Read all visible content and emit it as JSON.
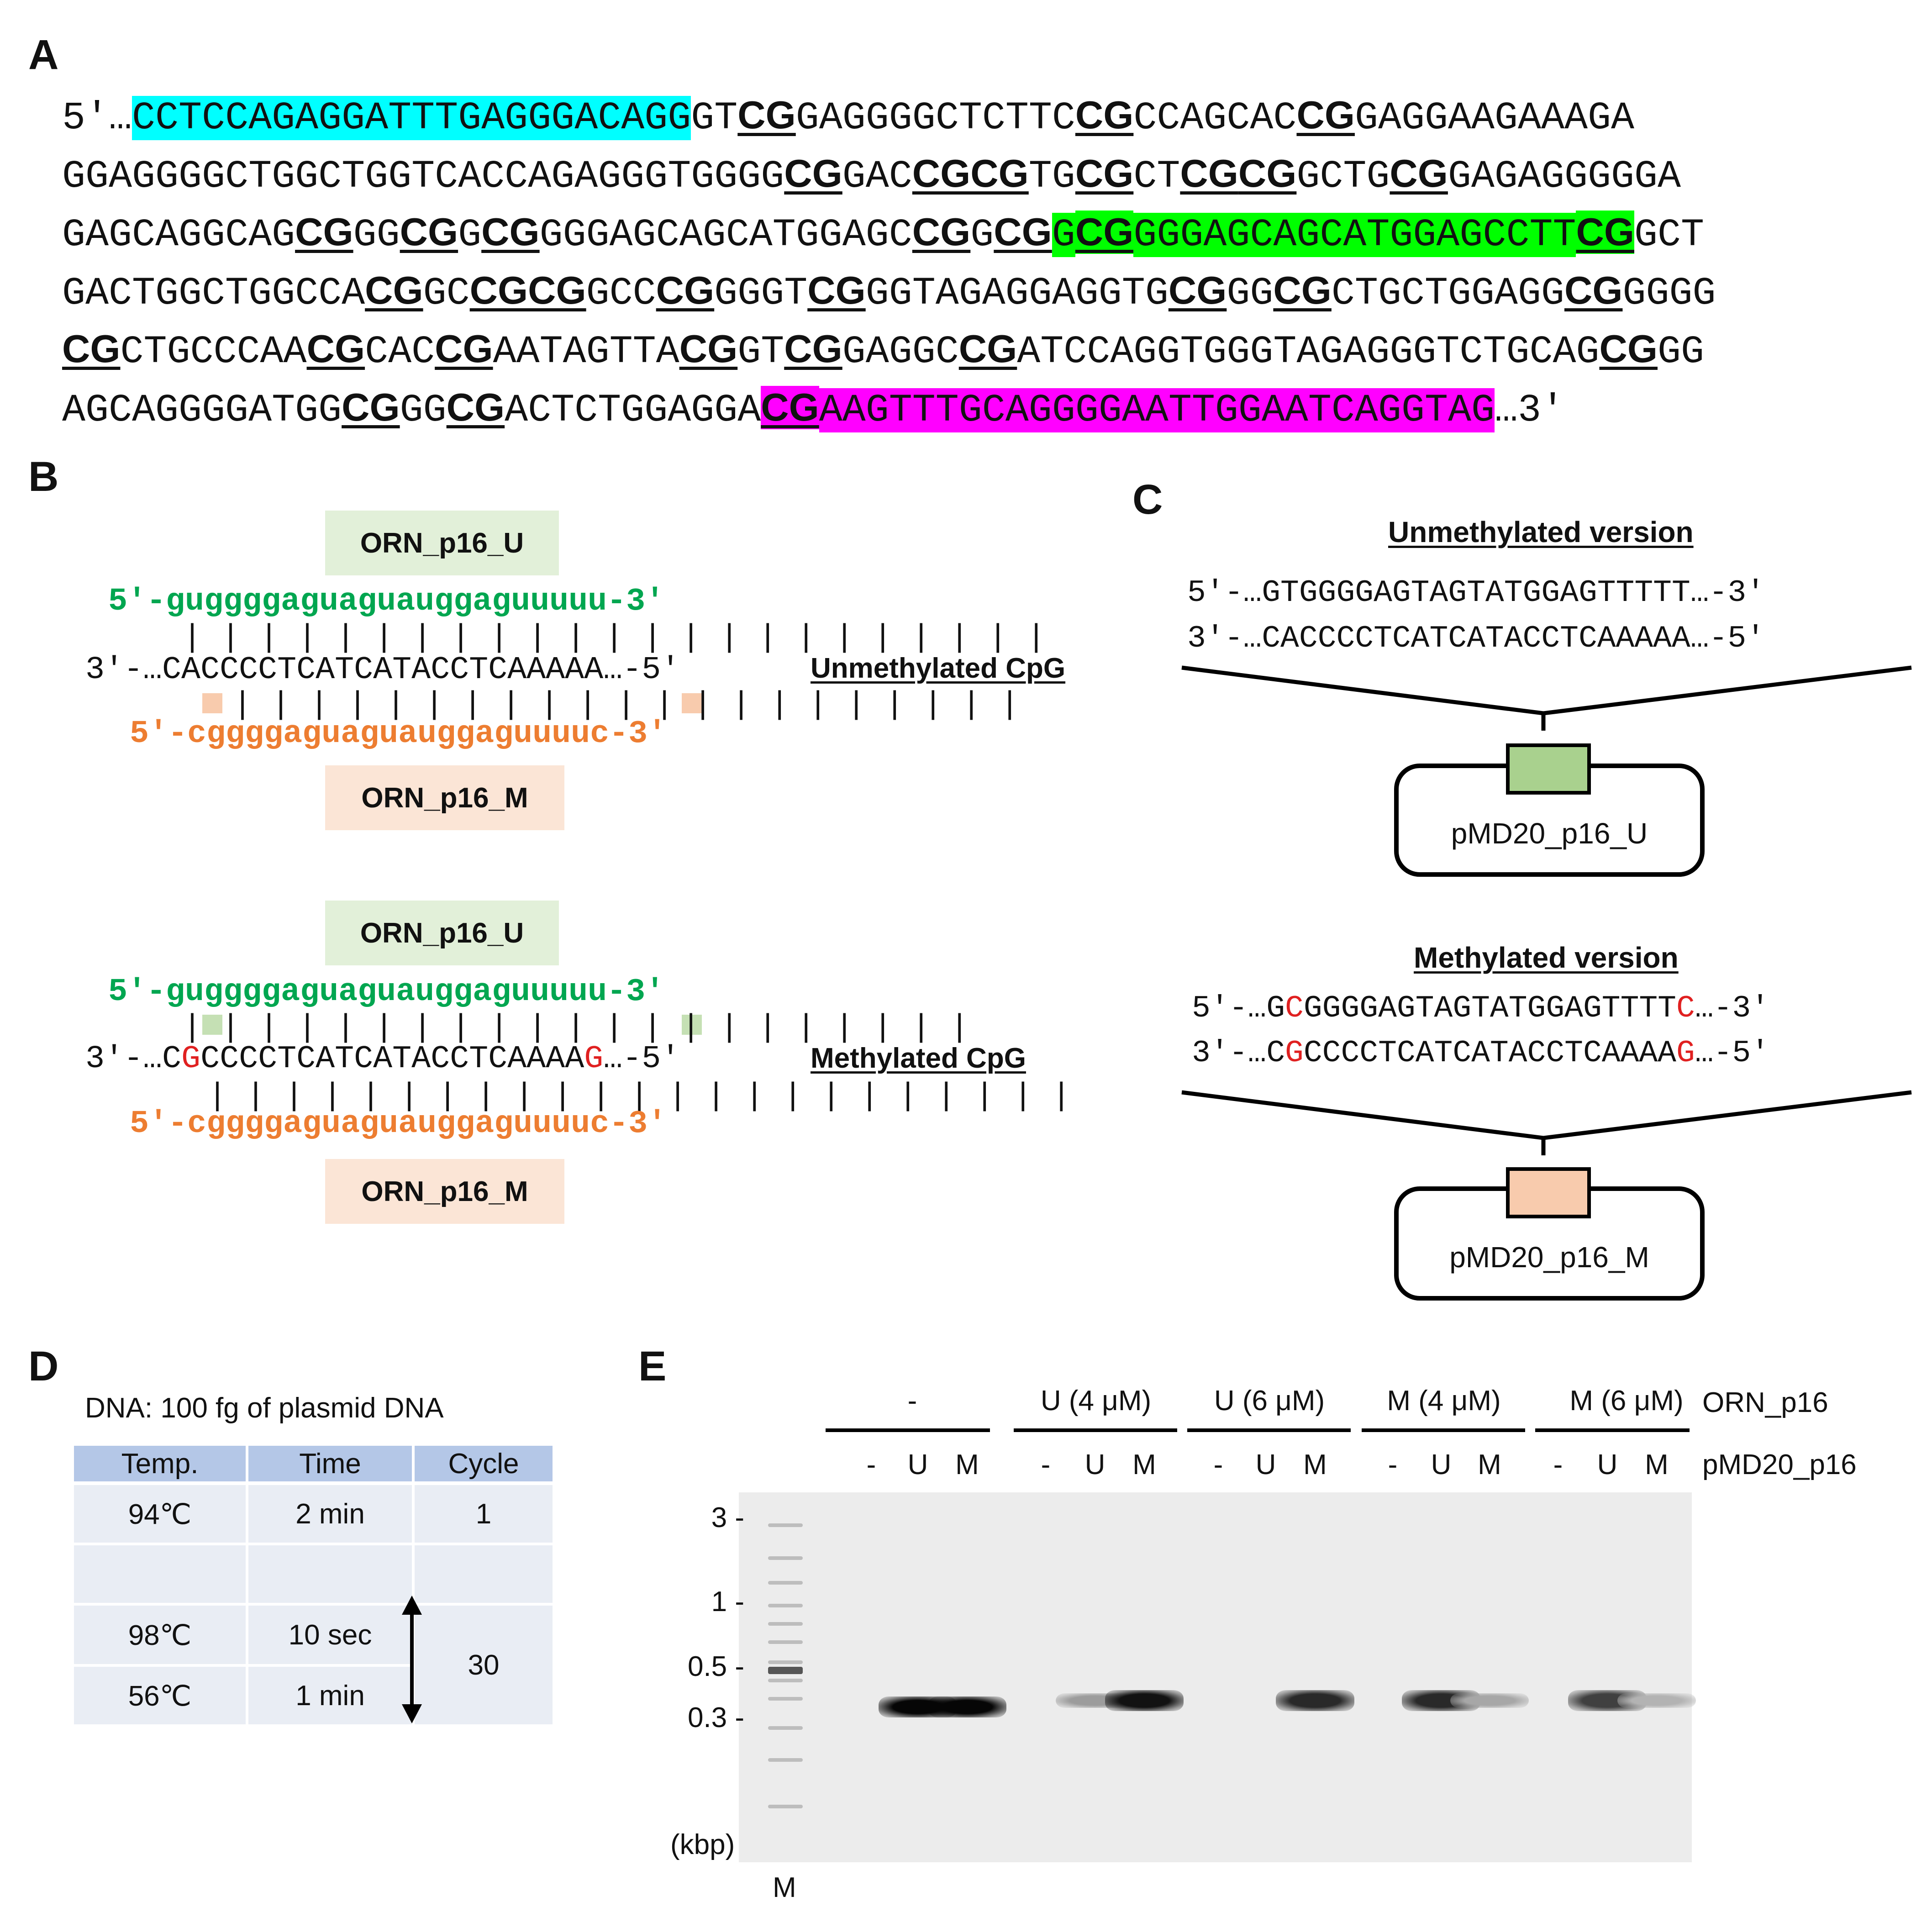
{
  "panels": {
    "A": "A",
    "B": "B",
    "C": "C",
    "D": "D",
    "E": "E"
  },
  "panelA": {
    "lines": [
      [
        {
          "t": "5′…"
        },
        {
          "t": "CCTCCAGAGGATTTGAGGGACAGG",
          "hl": "cyan"
        },
        {
          "t": "GT"
        },
        {
          "t": "CG",
          "cg": true
        },
        {
          "t": "GAGGGGCTCTTC"
        },
        {
          "t": "CG",
          "cg": true
        },
        {
          "t": "CCAGCAC"
        },
        {
          "t": "CG",
          "cg": true
        },
        {
          "t": "GAGGAAGAAAGA"
        }
      ],
      [
        {
          "t": "GGAGGGGCTGGCTGGTCACCAGAGGGTGGGG"
        },
        {
          "t": "CG",
          "cg": true
        },
        {
          "t": "GAC"
        },
        {
          "t": "CGCG",
          "cg": true
        },
        {
          "t": "TG"
        },
        {
          "t": "CG",
          "cg": true
        },
        {
          "t": "CT"
        },
        {
          "t": "CG",
          "cg": true
        },
        {
          "t": "CG",
          "cg": true
        },
        {
          "t": "GCTG"
        },
        {
          "t": "CG",
          "cg": true
        },
        {
          "t": "GAGAGGGGGA"
        }
      ],
      [
        {
          "t": "GAGCAGGCAG"
        },
        {
          "t": "CG",
          "cg": true
        },
        {
          "t": "GG"
        },
        {
          "t": "CG",
          "cg": true
        },
        {
          "t": "G"
        },
        {
          "t": "CG",
          "cg": true
        },
        {
          "t": "GGGAGCAGCATGGAGC"
        },
        {
          "t": "CG",
          "cg": true
        },
        {
          "t": "G"
        },
        {
          "t": "CG",
          "cg": true
        },
        {
          "t": "G",
          "hl": "green"
        },
        {
          "t": "CG",
          "cg": true,
          "hl": "green"
        },
        {
          "t": "GGGAGCAGCATGGAGCCTT",
          "hl": "green"
        },
        {
          "t": "CG",
          "cg": true,
          "hl": "green"
        },
        {
          "t": "GCT"
        }
      ],
      [
        {
          "t": "GACTGGCTGGCCA"
        },
        {
          "t": "CG",
          "cg": true
        },
        {
          "t": "GC"
        },
        {
          "t": "CGCG",
          "cg": true
        },
        {
          "t": "GCC"
        },
        {
          "t": "CG",
          "cg": true
        },
        {
          "t": "GGGT"
        },
        {
          "t": "CG",
          "cg": true
        },
        {
          "t": "GGTAGAGGAGGTG"
        },
        {
          "t": "CG",
          "cg": true
        },
        {
          "t": "GG"
        },
        {
          "t": "CG",
          "cg": true
        },
        {
          "t": "CTGCTGGAGG"
        },
        {
          "t": "CG",
          "cg": true
        },
        {
          "t": "GGGG"
        }
      ],
      [
        {
          "t": "CG",
          "cg": true
        },
        {
          "t": "CTGCCCAA"
        },
        {
          "t": "CG",
          "cg": true
        },
        {
          "t": "CAC"
        },
        {
          "t": "CG",
          "cg": true
        },
        {
          "t": "AATAGTTA"
        },
        {
          "t": "CG",
          "cg": true
        },
        {
          "t": "GT"
        },
        {
          "t": "CG",
          "cg": true
        },
        {
          "t": "GAGGC"
        },
        {
          "t": "CG",
          "cg": true
        },
        {
          "t": "ATCCAGGTGGGTAGAGGGTCTGCAG"
        },
        {
          "t": "CG",
          "cg": true
        },
        {
          "t": "GG"
        }
      ],
      [
        {
          "t": "AGCAGGGGATGG"
        },
        {
          "t": "CG",
          "cg": true
        },
        {
          "t": "GG"
        },
        {
          "t": "CG",
          "cg": true
        },
        {
          "t": "ACTCTGGAGGA"
        },
        {
          "t": "CG",
          "cg": true,
          "hl": "magenta"
        },
        {
          "t": "AAGTTTGCAGGGGAATTGGAATCAGGTAG",
          "hl": "magenta"
        },
        {
          "t": "…3′"
        }
      ]
    ]
  },
  "panelB": {
    "orn_u": "ORN_p16_U",
    "orn_m": "ORN_p16_M",
    "top": {
      "green_seq": "5′-guggggaguaguauggaguuuuu-3′",
      "bars1": "| | | | | | | | | | | | | | | | | | | | | | |",
      "template": "3′-…CACCCCTCATCATACCTCAAAAA…-5′",
      "bars2": "| | | | | | | | | | | | | | | | | | | | |",
      "orange_seq": "5′-cggggaguaguauggaguuuuc-3′",
      "label": "Unmethylated CpG"
    },
    "bottom": {
      "green_seq": "5′-guggggaguaguauggaguuuuu-3′",
      "bars1": "| | | | | | | | | | | | | | | | | | | | |",
      "template_a": "3′-…C",
      "template_g1": "G",
      "template_b": "CCCCTCATCATACCTCAAAA",
      "template_g2": "G",
      "template_c": "…-5′",
      "bars2": "| | | | | | | | | | | | | | | | | | | | | | |",
      "orange_seq": "5′-cggggaguaguauggaguuuuc-3′",
      "label": "Methylated CpG"
    },
    "colors": {
      "green": "#00a650",
      "orange": "#ed7d31",
      "red": "#e02020",
      "green_box": "#e2f0d9",
      "orange_box": "#fbe5d6"
    }
  },
  "panelC": {
    "unmeth_title": "Unmethylated version",
    "unmeth_line1": "5′-…GTGGGGAGTAGTATGGAGTTTTT…-3′",
    "unmeth_line2": "3′-…CACCCCTCATCATACCTCAAAAA…-5′",
    "plasmid_u": "pMD20_p16_U",
    "meth_title": "Methylated version",
    "meth_line1_a": "5′-…G",
    "meth_line1_c1": "C",
    "meth_line1_b": "GGGGAGTAGTATGGAGTTTT",
    "meth_line1_c2": "C",
    "meth_line1_end": "…-3′",
    "meth_line2_a": "3′-…C",
    "meth_line2_g1": "G",
    "meth_line2_b": "CCCCTCATCATACCTCAAAA",
    "meth_line2_g2": "G",
    "meth_line2_end": "…-5′",
    "plasmid_m": "pMD20_p16_M",
    "colors": {
      "insert_u": "#a9d18e",
      "insert_m": "#f8cbad"
    }
  },
  "panelD": {
    "title": "DNA: 100 fg of plasmid DNA",
    "headers": [
      "Temp.",
      "Time",
      "Cycle"
    ],
    "rows": [
      [
        "94℃",
        "2 min",
        "1"
      ],
      [
        "",
        "",
        ""
      ],
      [
        "98℃",
        "10 sec",
        ""
      ],
      [
        "56℃",
        "1 min",
        ""
      ]
    ],
    "cycles_merged": "30",
    "colors": {
      "header": "#b4c7e7",
      "cell": "#e9edf4"
    }
  },
  "panelE": {
    "groups": [
      "-",
      "U (4 μM)",
      "U (6 μM)",
      "M (4 μM)",
      "M (6 μM)"
    ],
    "group_row_label": "ORN_p16",
    "lanes": [
      "-",
      "U",
      "M",
      "-",
      "U",
      "M",
      "-",
      "U",
      "M",
      "-",
      "U",
      "M",
      "-",
      "U",
      "M"
    ],
    "lane_row_label": "pMD20_p16",
    "markers": [
      "3 -",
      "1 -",
      "0.5 -",
      "0.3 -"
    ],
    "unit": "(kbp)",
    "ladder_label": "M",
    "band_intensity": [
      0,
      1.0,
      1.0,
      0,
      0.35,
      0.95,
      0,
      0,
      0.85,
      0,
      0.85,
      0.3,
      0,
      0.75,
      0.25
    ]
  }
}
